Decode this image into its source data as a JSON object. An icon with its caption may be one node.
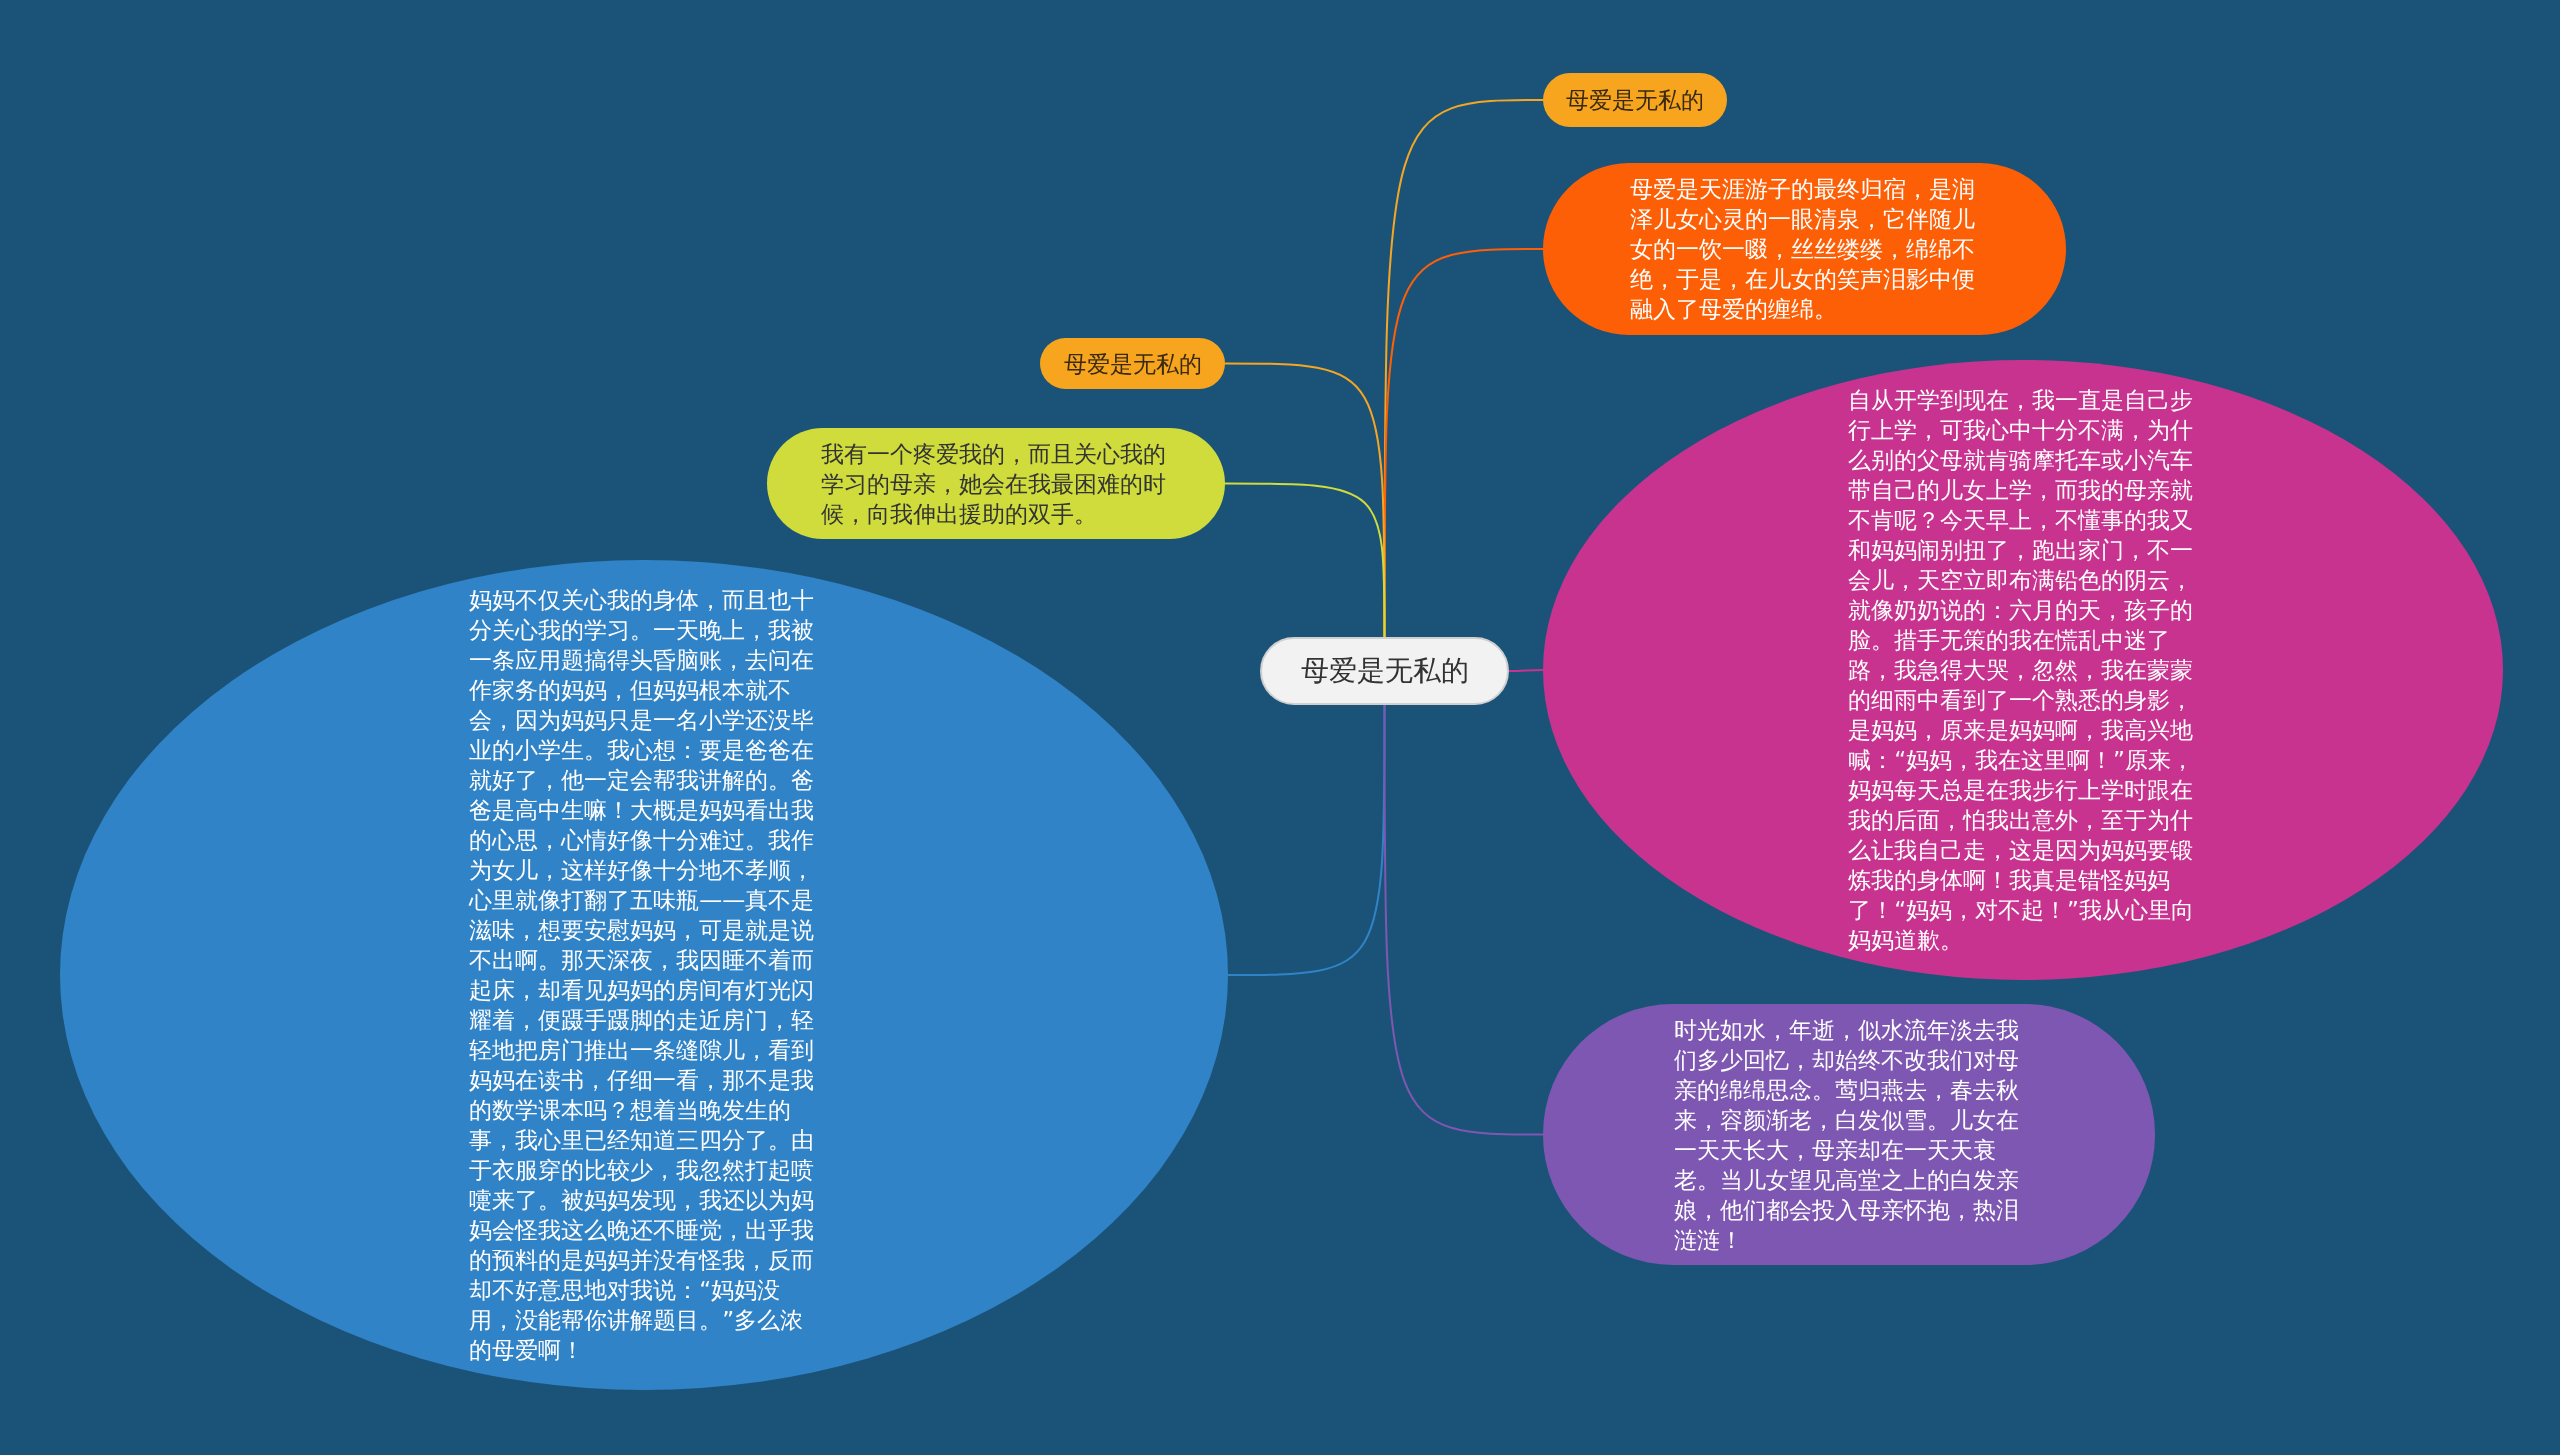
{
  "diagram": {
    "nodes": [
      {
        "text": [
          "母爱是无私的"
        ]
      },
      {
        "text": [
          "母爱是无私的"
        ]
      },
      {
        "text": [
          "母爱是天涯游子的最终归宿，是润泽儿女心灵的一眼清泉，它伴随儿女的一饮一啜，丝丝缕缕，绵绵不绝，于是，在儿女的笑声泪影中便融入了母爱的缠绵。"
        ]
      },
      {
        "text": [
          "母爱是无私的"
        ]
      },
      {
        "text": [
          "我有一个疼爱我的，而且关心我的学习的母亲，她会在我最困难的时候，向我伸出援助的双手。"
        ]
      },
      {
        "text": [
          "妈妈不仅关心我的身体，而且也十分关心我的学习。一天晚上，我被一条应用题搞得头昏脑账，去问在作家务的妈妈，但妈妈根本就不会，因为妈妈只是一名小学还没毕业的小学生。我心想：要是爸爸在就好了，他一定会帮我讲解的。爸爸是高中生嘛！大概是妈妈看出我的心思，心情好像十分难过。我作为女儿，这样好像十分地不孝顺，心里就像打翻了五味瓶——真不是滋味，想要安慰妈妈，可是就是说不出啊。那天深夜，我因睡不着而起床，却看见妈妈的房间有灯光闪耀着，便蹑手蹑脚的走近房门，轻轻地把房门推出一条缝隙儿，看到妈妈在读书，仔细一看，那不是我的数学课本吗？想着当晚发生的事，我心里已经知道三四分了。由于衣服穿的比较少，我忽然打起喷嚏来了。被妈妈发现，我还以为妈妈会怪我这么晚还不睡觉，出乎我的预料的是妈妈并没有怪我，反而却不好意思地对我说：“妈妈没用，没能帮你讲解题目。”多么浓的母爱啊！"
        ]
      },
      {
        "text": [
          "自从开学到现在，我一直是自己步行上学，可我心中十分不满，为什么别的父母就肯骑摩托车或小汽车带自己的儿女上学，而我的母亲就不肯呢？今天早上，不懂事的我又和妈妈闹别扭了，跑出家门，不一会儿，天空立即布满铅色的阴云，就像奶奶说的：六月的天，孩子的脸。措手无策的我在慌乱中迷了路，我急得大哭，忽然，我在蒙蒙的细雨中看到了一个熟悉的身影，是妈妈，原来是妈妈啊，我高兴地喊：“妈妈，我在这里啊！”原来，妈妈每天总是在我步行上学时跟在我的后面，怕我出意外，至于为什么让我自己走，这是因为妈妈要锻炼我的身体啊！我真是错怪妈妈了！“妈妈，对不起！”我从心里向妈妈道歉。"
        ]
      },
      {
        "text": [
          "时光如水，年逝，似水流年淡去我们多少回忆，却始终不改我们对母亲的绵绵思念。莺归燕去，春去秋来，容颜渐老，白发似雪。儿女在一天天长大，母亲却在一天天衰老。当儿女望见高堂之上的白发亲娘，他们都会投入母亲怀抱，热泪涟涟！"
        ]
      }
    ],
    "edges": [
      {
        "from": 0,
        "to": 1,
        "arrow": "none",
        "color": "#f5a623"
      },
      {
        "from": 0,
        "to": 2,
        "arrow": "none",
        "color": "#fd5f06"
      },
      {
        "from": 0,
        "to": 3,
        "arrow": "none",
        "color": "#f5a623"
      },
      {
        "from": 0,
        "to": 4,
        "arrow": "none",
        "color": "#cfdc3c"
      },
      {
        "from": 0,
        "to": 5,
        "arrow": "none",
        "color": "#3183c8"
      },
      {
        "from": 0,
        "to": 6,
        "arrow": "none",
        "color": "#c8338f"
      },
      {
        "from": 0,
        "to": 7,
        "arrow": "none",
        "color": "#7e57b2"
      }
    ]
  }
}
